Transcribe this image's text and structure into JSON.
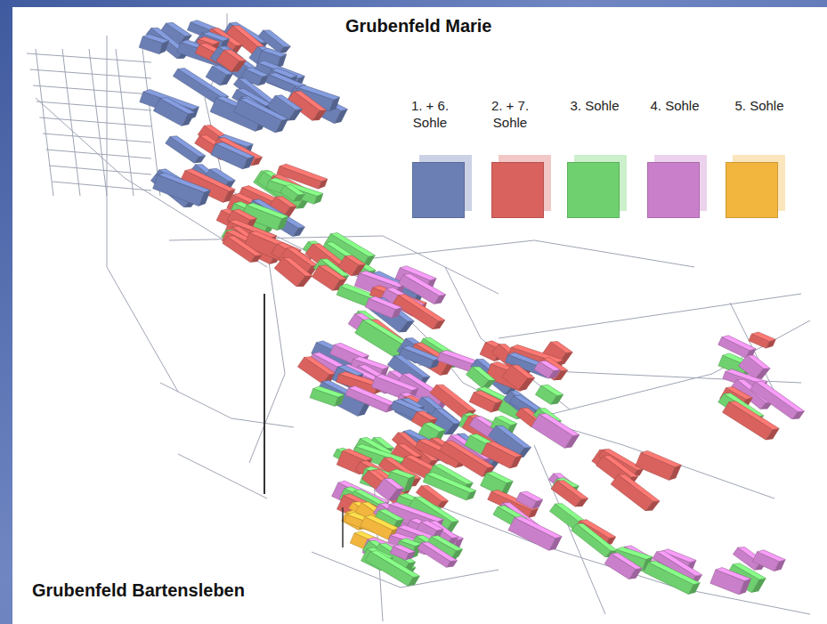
{
  "diagram": {
    "labels": [
      "Grubenfeld Marie",
      "Grubenfeld Bartensleben"
    ],
    "legend": [
      {
        "text": "1. + 6. Sohle",
        "color": "#6b7fb5"
      },
      {
        "text": "2. + 7. Sohle",
        "color": "#d9625e"
      },
      {
        "text": "3. Sohle",
        "color": "#6ed06e"
      },
      {
        "text": "4. Sohle",
        "color": "#c97fc9"
      },
      {
        "text": "5. Sohle",
        "color": "#f2b53e"
      }
    ]
  }
}
